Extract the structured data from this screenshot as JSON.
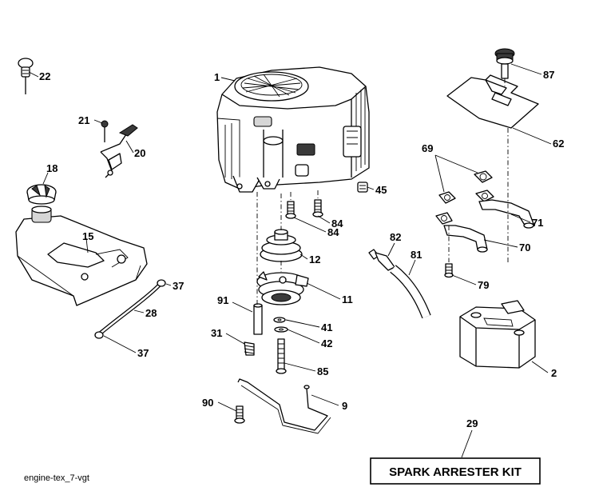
{
  "figure_code": "engine-tex_7-vgt",
  "kit_label": "SPARK ARRESTER KIT",
  "callouts": {
    "c1": "1",
    "c22": "22",
    "c87": "87",
    "c62": "62",
    "c21": "21",
    "c20": "20",
    "c69": "69",
    "c71": "71",
    "c18": "18",
    "c45": "45",
    "c84a": "84",
    "c84b": "84",
    "c15": "15",
    "c82": "82",
    "c70": "70",
    "c12": "12",
    "c81": "81",
    "c79": "79",
    "c37a": "37",
    "c11": "11",
    "c91": "91",
    "c28": "28",
    "c41": "41",
    "c31": "31",
    "c42": "42",
    "c37b": "37",
    "c85": "85",
    "c2": "2",
    "c90": "90",
    "c9": "9",
    "c29": "29"
  }
}
